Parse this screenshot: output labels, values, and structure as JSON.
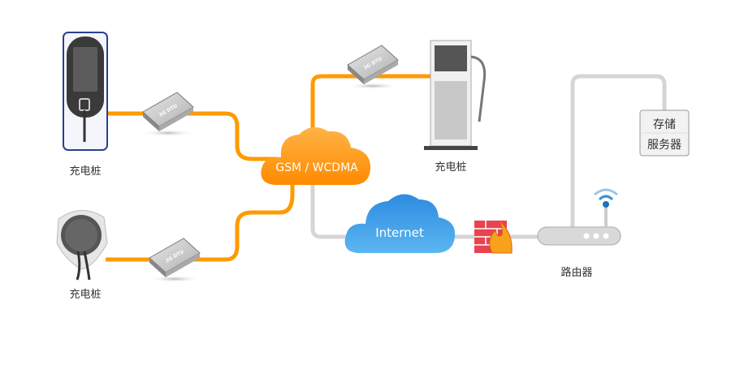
{
  "nodes": {
    "charger_1": {
      "label": "充电桩"
    },
    "charger_2": {
      "label": "充电桩"
    },
    "charger_3": {
      "label": "充电桩"
    },
    "dtu": {
      "label": "3G DTU"
    },
    "gsm_cloud": {
      "label": "GSM / WCDMA"
    },
    "internet_cloud": {
      "label": "Internet"
    },
    "router": {
      "label": "路由器"
    },
    "storage_server": {
      "line1": "存储",
      "line2": "服务器"
    },
    "firewall": {
      "icon": "firewall-icon"
    }
  },
  "colors": {
    "wireless_link": "#ff9900",
    "wired_link": "#d3d3d3",
    "gsm_cloud": "#ff8c00",
    "internet_cloud": "#1a7ad4",
    "firewall": "#e8434f"
  }
}
